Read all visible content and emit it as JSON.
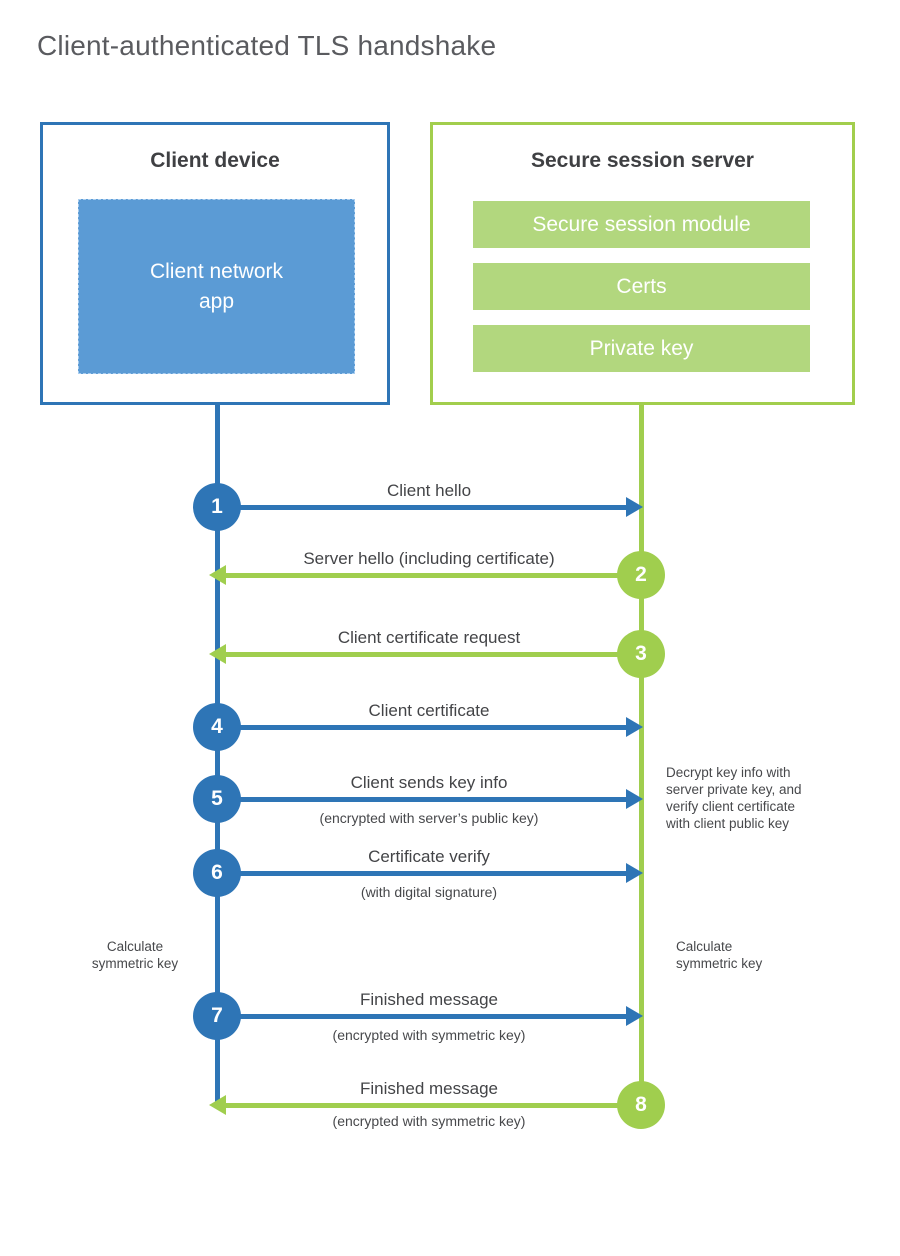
{
  "title": "Client-authenticated TLS handshake",
  "client": {
    "title": "Client device",
    "app_lines": [
      "Client network",
      "app"
    ]
  },
  "server": {
    "title": "Secure session server",
    "modules": [
      "Secure session module",
      "Certs",
      "Private key"
    ]
  },
  "steps": [
    {
      "num": "1",
      "label": "Client hello",
      "sub": ""
    },
    {
      "num": "2",
      "label": "Server hello (including certificate)",
      "sub": ""
    },
    {
      "num": "3",
      "label": "Client certificate request",
      "sub": ""
    },
    {
      "num": "4",
      "label": "Client certificate",
      "sub": ""
    },
    {
      "num": "5",
      "label": "Client sends key info",
      "sub": "(encrypted with server’s public key)"
    },
    {
      "num": "6",
      "label": "Certificate verify",
      "sub": "(with digital signature)"
    },
    {
      "num": "7",
      "label": "Finished message",
      "sub": "(encrypted with symmetric key)"
    },
    {
      "num": "8",
      "label": "Finished message",
      "sub": "(encrypted with symmetric key)"
    }
  ],
  "notes": {
    "decrypt_lines": [
      "Decrypt key info with",
      "server private key, and",
      "verify client certificate",
      "with client public key"
    ],
    "calc_left_lines": [
      "Calculate",
      "symmetric key"
    ],
    "calc_right_lines": [
      "Calculate",
      "symmetric key"
    ]
  },
  "colors": {
    "blue": "#2e75b6",
    "blue_light": "#5b9bd5",
    "green": "#a0ce4e",
    "green_light": "#b2d77e"
  }
}
